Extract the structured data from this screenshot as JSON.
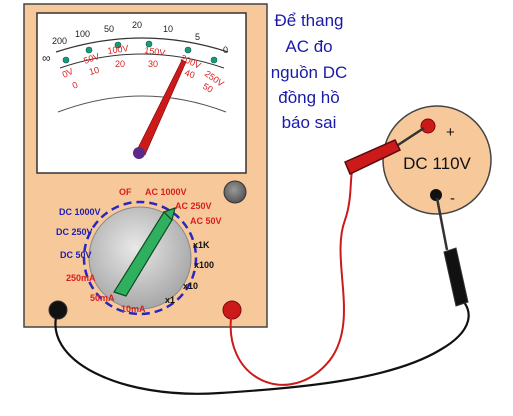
{
  "caption": {
    "lines": [
      "Để thang",
      "AC đo",
      "nguồn DC",
      "đồng hồ",
      "báo sai"
    ]
  },
  "meter": {
    "ohm_scale": [
      "200",
      "100",
      "50",
      "20",
      "10",
      "5",
      "0"
    ],
    "ohm_symbol": "∞",
    "volt_scale_inner": [
      "0V",
      "50V",
      "100V",
      "150V",
      "200V",
      "250V"
    ],
    "volt_scale_outer": [
      "0",
      "10",
      "20",
      "30",
      "40",
      "50"
    ],
    "selector_labels": {
      "off": "OF",
      "ac1000": "AC 1000V",
      "ac250": "AC 250V",
      "ac50": "AC 50V",
      "dc1000": "DC 1000V",
      "dc250": "DC 250V",
      "dc50": "DC 50V",
      "ma250": "250mA",
      "ma50": "50mA",
      "ma10": "10mA",
      "x1": "x1",
      "x10": "x10",
      "x100": "x100",
      "x1k": "x1K"
    },
    "colors": {
      "body": "#f7c99a",
      "dial_face": "#ffffff",
      "knob": "#c8c8c8",
      "pointer": "#cc1a1a",
      "pointer_tip": "#16a06a",
      "selector": "#2eb05e",
      "label_red": "#d81e1e",
      "label_blue": "#2020b0"
    }
  },
  "source": {
    "label": "DC 110V",
    "plus": "+",
    "minus": "-",
    "colors": {
      "disc": "#f7c99a",
      "terminal_plus": "#cc1a1a",
      "terminal_minus": "#111111"
    }
  },
  "leads": {
    "red_probe_color": "#cc1a1a",
    "black_probe_color": "#111111"
  }
}
